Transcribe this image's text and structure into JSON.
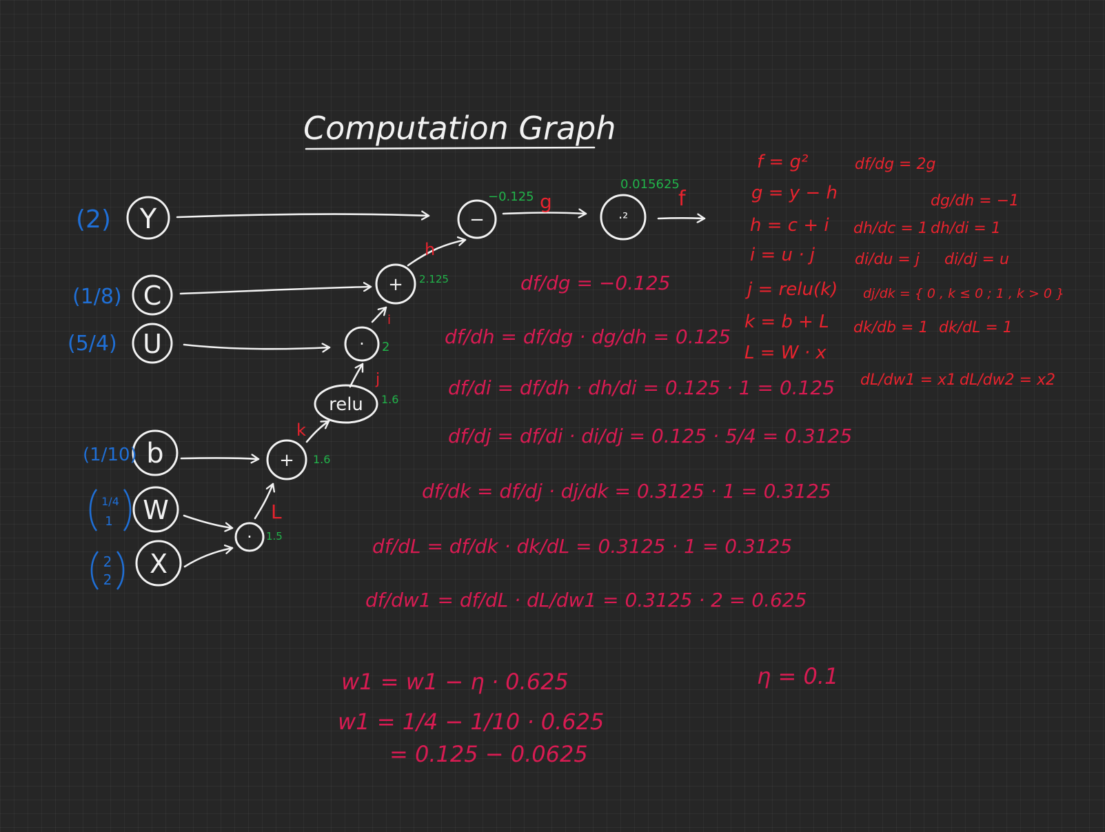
{
  "title": "Computation Graph",
  "colors": {
    "background": "#262626",
    "graph": "#f2f2f2",
    "inputs": "#1f6fd6",
    "node_values": "#21b34a",
    "edge_labels": "#e8232e",
    "derivations": "#d81b52"
  },
  "nodes": {
    "y": "Y",
    "c": "C",
    "u": "U",
    "b": "b",
    "w": "W",
    "x": "X",
    "minus": "−",
    "plus_top": "+",
    "dot_mid": "·",
    "relu": "relu",
    "plus_bottom": "+",
    "dot_bottom": "·",
    "square": "·²"
  },
  "input_values": {
    "y": "(2)",
    "c": "(1/8)",
    "u": "(5/4)",
    "b": "(1/10)",
    "w_top": "1/4",
    "w_bottom": "1",
    "x_top": "2",
    "x_bottom": "2"
  },
  "node_values": {
    "minus": "−0.125",
    "square": "0.015625",
    "plus_top": "2.125",
    "dot_mid": "2",
    "relu": "1.6",
    "plus_bottom": "1.6",
    "dot_bottom": "1.5"
  },
  "edge_labels": {
    "g": "g",
    "f": "f",
    "h": "h",
    "i": "i",
    "j": "j",
    "k": "k",
    "L": "L"
  },
  "definitions": [
    "f = g²",
    "g = y − h",
    "h = c + i",
    "i = u · j",
    "j = relu(k)",
    "k = b + L",
    "L = W · x"
  ],
  "local_derivatives": [
    "df/dg = 2g",
    "dg/dh = −1",
    "dh/dc = 1",
    "dh/di = 1",
    "di/du = j",
    "di/dj = u",
    "dj/dk = { 0 , k ≤ 0 ; 1 , k > 0 }",
    "dk/db = 1",
    "dk/dL = 1",
    "dL/dw1 = x1",
    "dL/dw2 = x2"
  ],
  "chain_rule": [
    "df/dg = −0.125",
    "df/dh = df/dg · dg/dh = 0.125",
    "df/di = df/dh · dh/di = 0.125 · 1 = 0.125",
    "df/dj = df/di · di/dj = 0.125 · 5/4 = 0.3125",
    "df/dk = df/dj · dj/dk = 0.3125 · 1 = 0.3125",
    "df/dL = df/dk · dk/dL = 0.3125 · 1 = 0.3125",
    "df/dw1 = df/dL · dL/dw1 = 0.3125 · 2 = 0.625"
  ],
  "update": [
    "w1 = w1 − η · 0.625",
    "w1 = 1/4 − 1/10 · 0.625",
    "= 0.125 − 0.0625"
  ],
  "learning_rate": "η = 0.1"
}
